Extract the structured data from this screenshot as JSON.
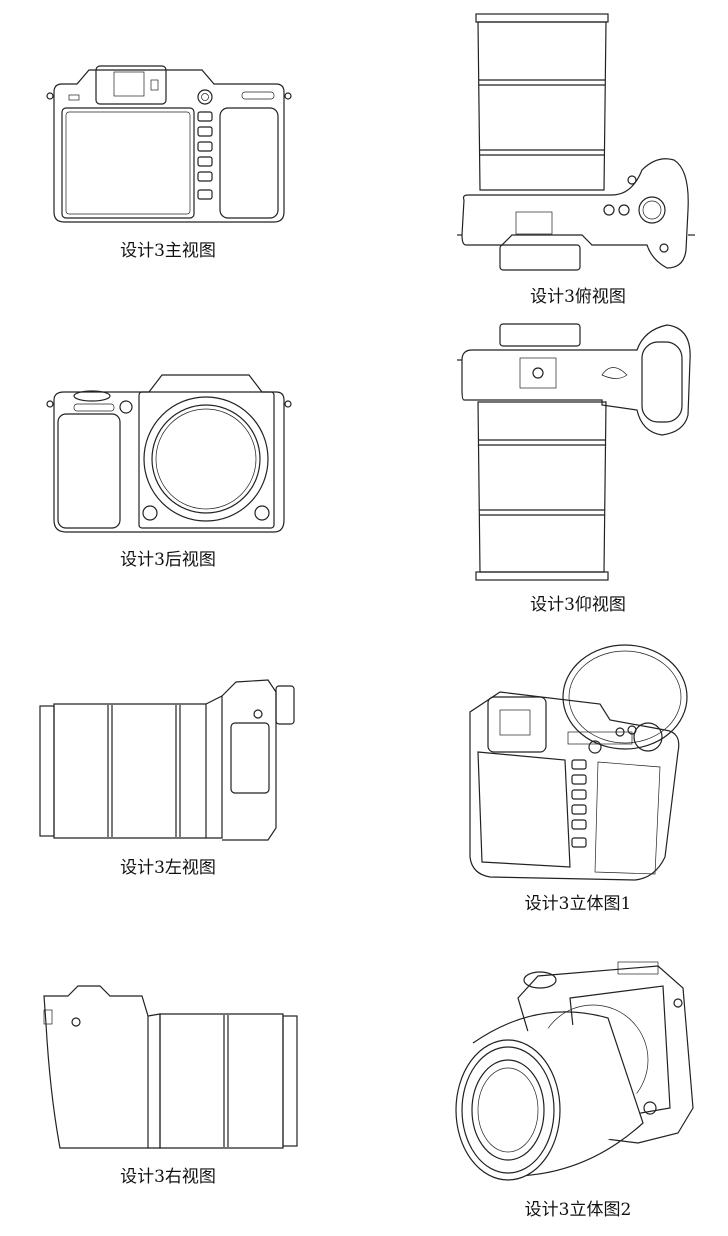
{
  "figures": [
    {
      "id": "front",
      "caption": "设计3主视图"
    },
    {
      "id": "top",
      "caption": "设计3俯视图"
    },
    {
      "id": "back",
      "caption": "设计3后视图"
    },
    {
      "id": "bottom",
      "caption": "设计3仰视图"
    },
    {
      "id": "left",
      "caption": "设计3左视图"
    },
    {
      "id": "iso1",
      "caption": "设计3立体图1"
    },
    {
      "id": "right",
      "caption": "设计3右视图"
    },
    {
      "id": "iso2",
      "caption": "设计3立体图2"
    }
  ]
}
